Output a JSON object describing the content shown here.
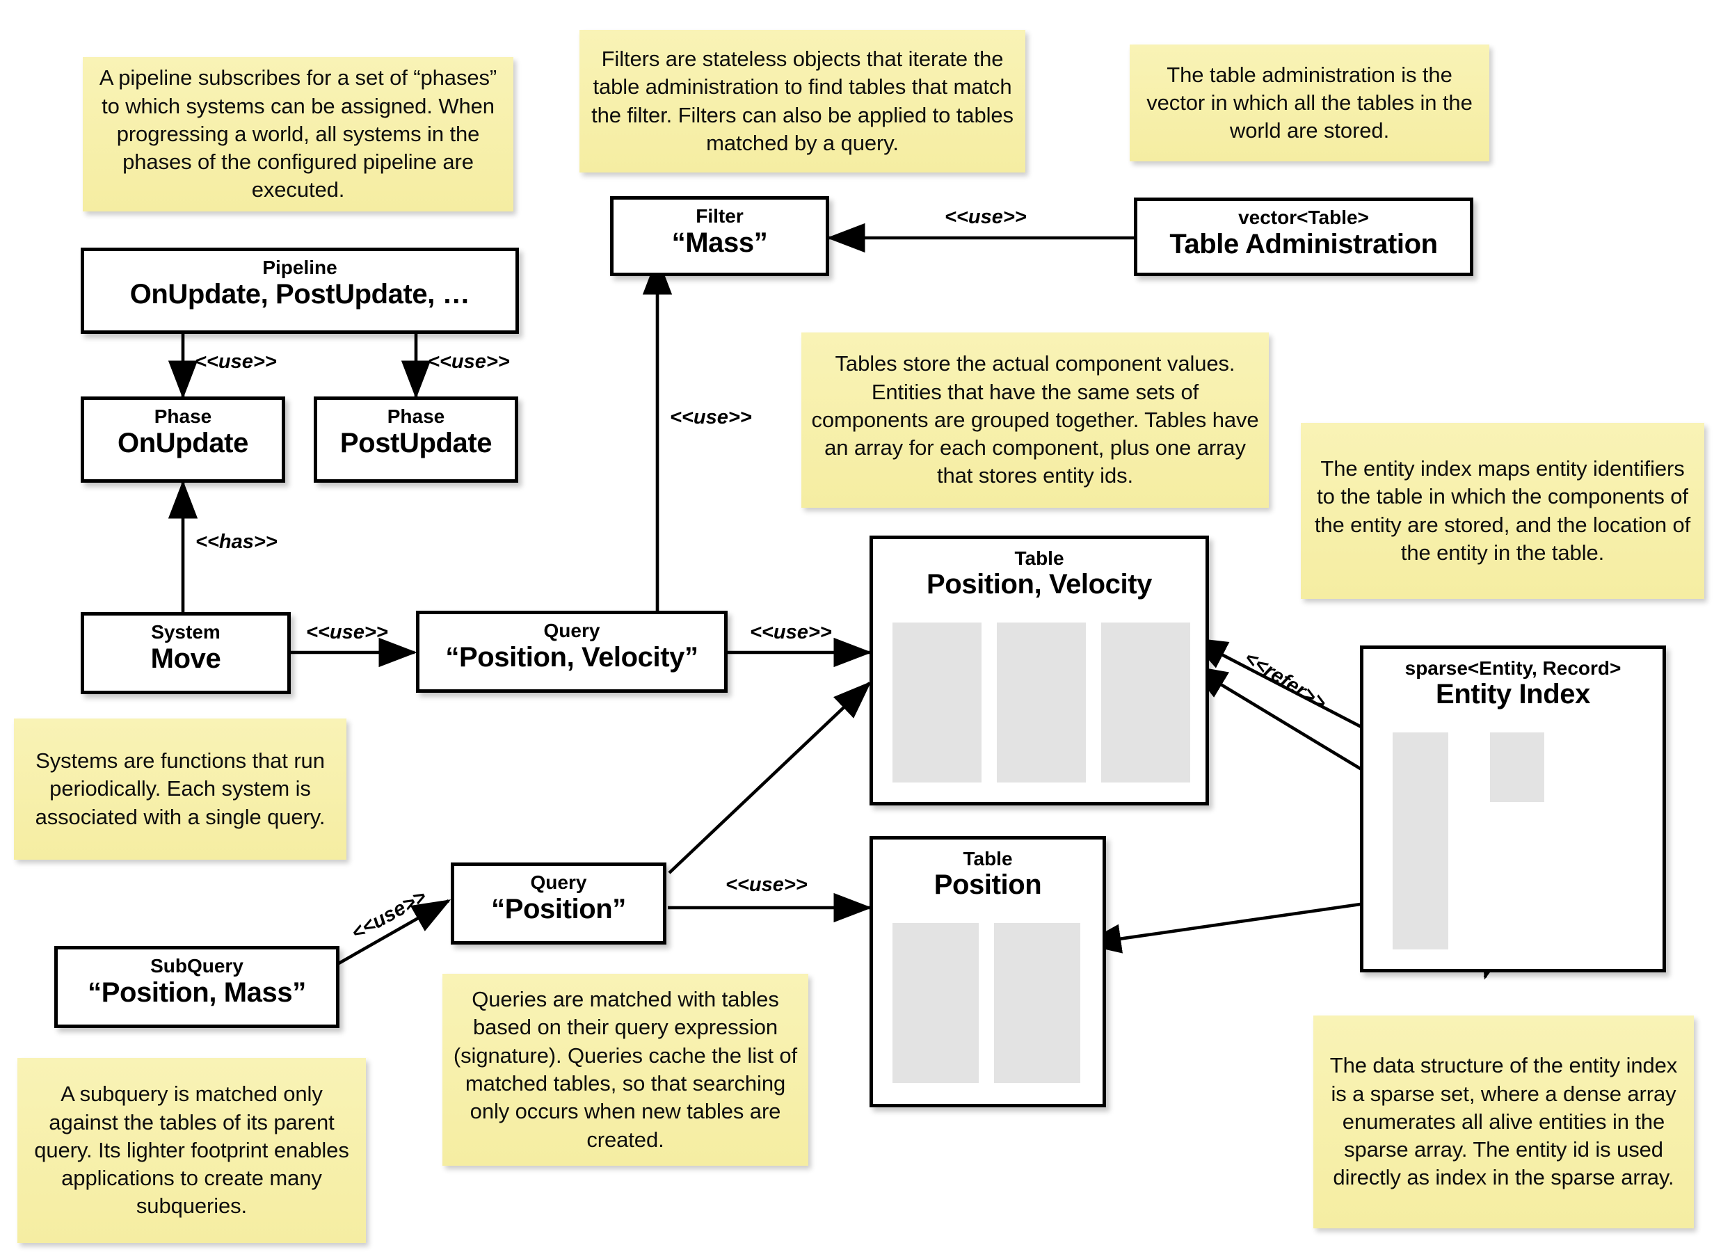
{
  "diagram": {
    "title": "ECS architecture diagram",
    "colors": {
      "note_background": "#f7f0ab",
      "box_background": "#ffffff",
      "box_border": "#000000",
      "column_bar": "#e3e3e3",
      "line": "#000000"
    }
  },
  "notes": [
    {
      "id": "note-pipeline",
      "text": "A pipeline subscribes for a set of “phases” to which systems can be assigned. When progressing a world, all systems in the phases of the configured pipeline are executed."
    },
    {
      "id": "note-filter",
      "text": "Filters are stateless objects that iterate the table administration to find tables that match the filter. Filters can also be applied to tables matched by a query."
    },
    {
      "id": "note-table-administration",
      "text": "The table administration is the vector in which all the tables in the world are stored."
    },
    {
      "id": "note-tables",
      "text": "Tables store the actual component values. Entities that have the same sets of components are grouped together. Tables have an array for each component, plus one array that stores entity ids."
    },
    {
      "id": "note-entity-index",
      "text": "The entity index maps entity identifiers to the table in which the components of the entity are stored, and the location of the entity in the table."
    },
    {
      "id": "note-systems",
      "text": "Systems are functions that run periodically. Each system is associated with a single query."
    },
    {
      "id": "note-queries",
      "text": "Queries are matched with tables based on their query expression (signature). Queries cache the list of matched tables, so that searching only occurs when new tables are created."
    },
    {
      "id": "note-subquery",
      "text": "A subquery is matched only against the tables of its parent query. Its lighter footprint enables applications to create many subqueries."
    },
    {
      "id": "note-sparse-set",
      "text": "The data structure of the entity index is a sparse set, where a dense array enumerates all alive entities in the sparse array. The entity id is used directly as index in the sparse array."
    }
  ],
  "boxes": {
    "pipeline": {
      "stereotype": "Pipeline",
      "name": "OnUpdate, PostUpdate, …"
    },
    "phase_onupdate": {
      "stereotype": "Phase",
      "name": "OnUpdate"
    },
    "phase_postupdate": {
      "stereotype": "Phase",
      "name": "PostUpdate"
    },
    "system_move": {
      "stereotype": "System",
      "name": "Move"
    },
    "query_position_velocity": {
      "stereotype": "Query",
      "name": "“Position, Velocity”"
    },
    "query_position": {
      "stereotype": "Query",
      "name": "“Position”"
    },
    "subquery": {
      "stereotype": "SubQuery",
      "name": "“Position, Mass”"
    },
    "filter_mass": {
      "stereotype": "Filter",
      "name": "“Mass”"
    },
    "table_administration": {
      "stereotype": "vector<Table>",
      "name": "Table Administration"
    },
    "table_position_velocity": {
      "stereotype": "Table",
      "name": "Position, Velocity",
      "columns": 3
    },
    "table_position": {
      "stereotype": "Table",
      "name": "Position",
      "columns": 2
    },
    "entity_index": {
      "stereotype": "sparse<Entity, Record>",
      "name": "Entity Index"
    }
  },
  "edges": [
    {
      "id": "pipeline-to-phase-onupdate",
      "label": "<<use>>"
    },
    {
      "id": "pipeline-to-phase-postupdate",
      "label": "<<use>>"
    },
    {
      "id": "system-to-phase-onupdate",
      "label": "<<has>>"
    },
    {
      "id": "system-to-query-position-velocity",
      "label": "<<use>>"
    },
    {
      "id": "query-pv-to-filter-mass",
      "label": "<<use>>"
    },
    {
      "id": "query-pv-to-table-pv",
      "label": "<<use>>"
    },
    {
      "id": "table-administration-to-filter",
      "label": "<<use>>"
    },
    {
      "id": "subquery-to-query-position",
      "label": "<<use>>"
    },
    {
      "id": "query-position-to-table-position",
      "label": "<<use>>"
    },
    {
      "id": "entity-index-to-table-pv",
      "label": "<<refer>>"
    }
  ]
}
